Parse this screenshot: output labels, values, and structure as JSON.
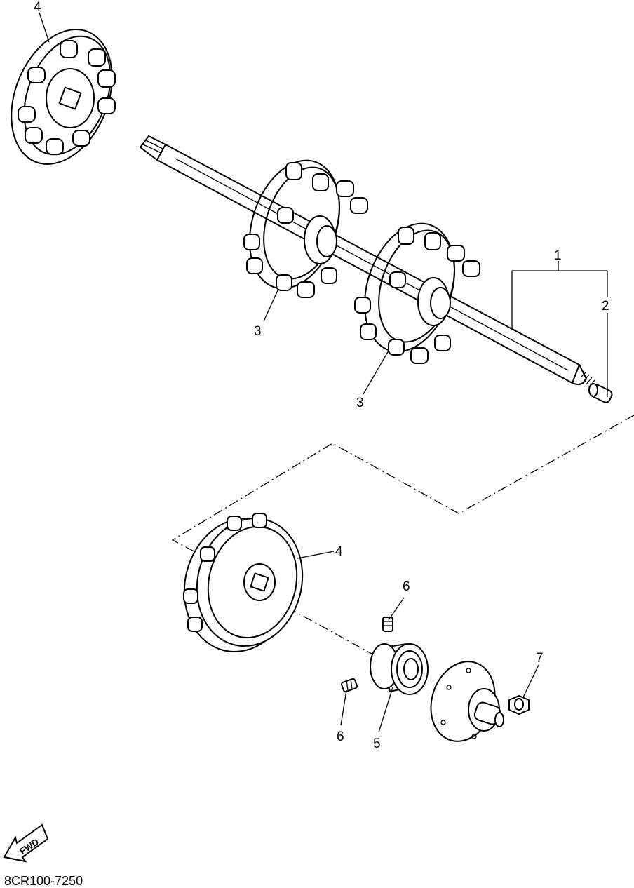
{
  "callouts": {
    "c1": "1",
    "c2": "2",
    "c3a": "3",
    "c3b": "3",
    "c4a": "4",
    "c4b": "4",
    "c5": "5",
    "c6a": "6",
    "c6b": "6",
    "c7": "7"
  },
  "fwd_label": "FWD",
  "drawing_code": "8CR100-7250"
}
